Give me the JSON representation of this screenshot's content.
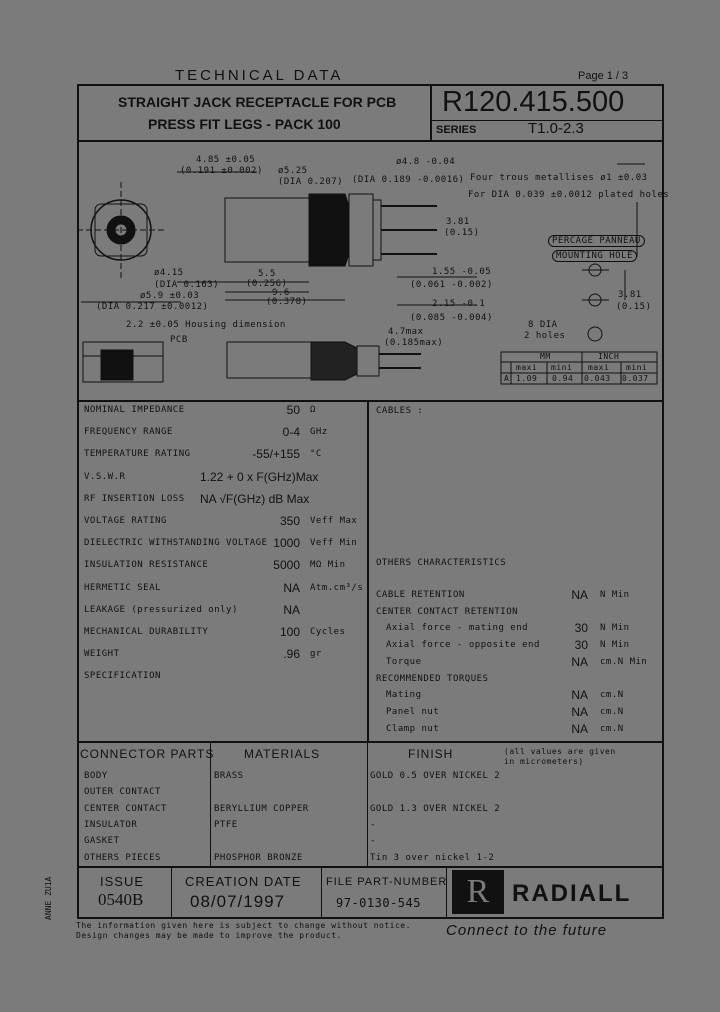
{
  "header": {
    "title": "TECHNICAL DATA",
    "page": "Page 1 / 3"
  },
  "title_block": {
    "line1": "STRAIGHT JACK RECEPTACLE FOR PCB",
    "line2": "PRESS FIT LEGS - PACK 100",
    "part_number": "R120.415.500",
    "series_label": "SERIES",
    "series_value": "T1.0-2.3"
  },
  "drawing": {
    "dims": [
      "4.85 ±0.05",
      "(0.191 ±0.002)",
      "ø5.25",
      "(DIA 0.207)",
      "ø4.8 -0.04",
      "(DIA 0.189 -0.0016)",
      "Four trous metallises ø1 ±0.03",
      "For DIA 0.039 ±0.0012 plated holes",
      "3.81",
      "(0.15)",
      "ø4.15",
      "(DIA 0.163)",
      "5.5",
      "(0.256)",
      "9.6",
      "(0.378)",
      "ø5.9 ±0.03",
      "(DIA 0.217 ±0.0012)",
      "1.55 -0.05",
      "(0.061 -0.002)",
      "2.15 -0.1",
      "(0.085 -0.004)",
      "2.2 ±0.05 Housing dimension",
      "PCB",
      "4.7max",
      "(0.185max)",
      "PERCAGE PANNEAU",
      "MOUNTING HOLE",
      "3.81",
      "(0.15)",
      "8 DIA",
      "2 holes"
    ],
    "holes_table": {
      "headers": [
        "MM",
        "INCH"
      ],
      "subheaders": [
        "maxi",
        "mini",
        "maxi",
        "mini"
      ],
      "row": [
        "A",
        "1.09",
        "0.94",
        "0.043",
        "0.037"
      ]
    }
  },
  "electrical": [
    {
      "label": "NOMINAL IMPEDANCE",
      "value": "50",
      "unit": "Ω"
    },
    {
      "label": "FREQUENCY RANGE",
      "value": "0-4",
      "unit": "GHz"
    },
    {
      "label": "TEMPERATURE RATING",
      "value": "-55/+155",
      "unit": "°C"
    },
    {
      "label": "V.S.W.R",
      "value": "1.22 + 0 x F(GHz)Max",
      "unit": ""
    },
    {
      "label": "RF INSERTION LOSS",
      "value": "NA √F(GHz) dB Max",
      "unit": ""
    },
    {
      "label": "VOLTAGE RATING",
      "value": "350",
      "unit": "Veff Max"
    },
    {
      "label": "DIELECTRIC WITHSTANDING VOLTAGE",
      "value": "1000",
      "unit": "Veff Min"
    },
    {
      "label": "INSULATION RESISTANCE",
      "value": "5000",
      "unit": "MΩ Min"
    },
    {
      "label": "HERMETIC SEAL",
      "value": "NA",
      "unit": "Atm.cm³/s"
    },
    {
      "label": "LEAKAGE (pressurized only)",
      "value": "NA",
      "unit": ""
    },
    {
      "label": "MECHANICAL DURABILITY",
      "value": "100",
      "unit": "Cycles"
    },
    {
      "label": "WEIGHT",
      "value": ".96",
      "unit": "gr"
    },
    {
      "label": "SPECIFICATION",
      "value": "",
      "unit": ""
    }
  ],
  "cables_label": "CABLES :",
  "others": {
    "title": "OTHERS CHARACTERISTICS",
    "rows": [
      {
        "label": "CABLE RETENTION",
        "value": "NA",
        "unit": "N Min"
      },
      {
        "label": "CENTER CONTACT RETENTION",
        "value": "",
        "unit": ""
      },
      {
        "label": "Axial force - mating end",
        "value": "30",
        "unit": "N Min"
      },
      {
        "label": "Axial force - opposite end",
        "value": "30",
        "unit": "N Min"
      },
      {
        "label": "Torque",
        "value": "NA",
        "unit": "cm.N Min"
      },
      {
        "label": "RECOMMENDED TORQUES",
        "value": "",
        "unit": ""
      },
      {
        "label": "Mating",
        "value": "NA",
        "unit": "cm.N"
      },
      {
        "label": "Panel nut",
        "value": "NA",
        "unit": "cm.N"
      },
      {
        "label": "Clamp nut",
        "value": "NA",
        "unit": "cm.N"
      }
    ]
  },
  "parts": {
    "headers": [
      "CONNECTOR PARTS",
      "MATERIALS",
      "FINISH"
    ],
    "note": "(all values are given in micrometers)",
    "rows": [
      {
        "part": "BODY",
        "material": "BRASS",
        "finish": "GOLD 0.5 OVER NICKEL 2"
      },
      {
        "part": "OUTER CONTACT",
        "material": "",
        "finish": ""
      },
      {
        "part": "CENTER CONTACT",
        "material": "BERYLLIUM COPPER",
        "finish": "GOLD 1.3 OVER NICKEL 2"
      },
      {
        "part": "INSULATOR",
        "material": "PTFE",
        "finish": "-"
      },
      {
        "part": "GASKET",
        "material": "",
        "finish": "-"
      },
      {
        "part": "OTHERS PIECES",
        "material": "PHOSPHOR BRONZE",
        "finish": "Tin 3 over nickel 1-2"
      }
    ]
  },
  "footer": {
    "issue_label": "ISSUE",
    "issue_value": "0540B",
    "date_label": "CREATION DATE",
    "date_value": "08/07/1997",
    "file_label": "FILE PART-NUMBER",
    "file_value": "97-0130-545",
    "brand": "RADIALL",
    "side_code": "ANNE ZU1A",
    "disclaimer1": "The information given here is subject to change without notice.",
    "disclaimer2": "Design changes may be made to improve the product.",
    "tagline": "Connect to the future"
  }
}
